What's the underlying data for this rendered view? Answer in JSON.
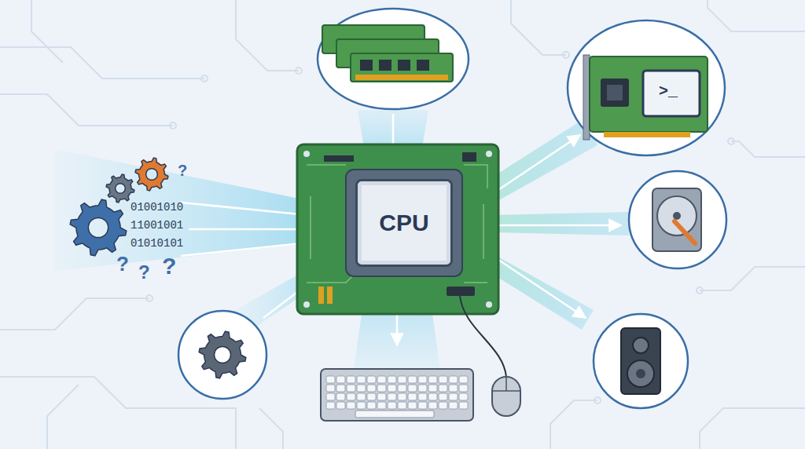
{
  "diagram": {
    "nodes": [
      {
        "text": [
          "CPU"
        ]
      }
    ],
    "labels": [
      "01001010",
      "11001001",
      "01010101",
      "?",
      "?",
      "?",
      "?",
      ">_"
    ]
  }
}
